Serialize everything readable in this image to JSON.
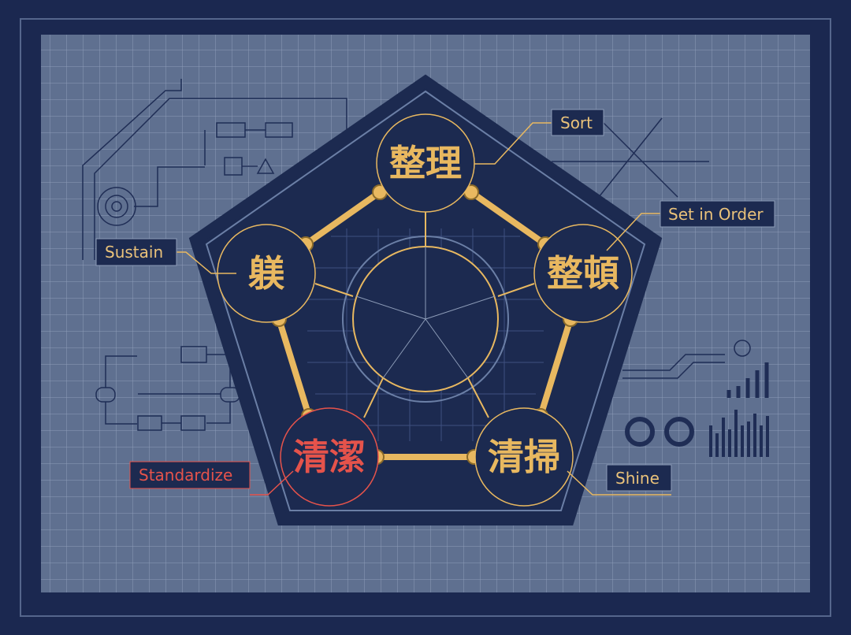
{
  "colors": {
    "frame": "#1b2850",
    "grid_bg": "#5f7090",
    "grid_line": "#8d9cb8",
    "pentagon": "#1c2a50",
    "gold": "#e8b860",
    "highlight": "#e5534b"
  },
  "nodes": [
    {
      "kanji": "整理",
      "label": "Sort",
      "highlighted": false
    },
    {
      "kanji": "整頓",
      "label": "Set in Order",
      "highlighted": false
    },
    {
      "kanji": "清掃",
      "label": "Shine",
      "highlighted": false
    },
    {
      "kanji": "清潔",
      "label": "Standardize",
      "highlighted": true
    },
    {
      "kanji": "躾",
      "label": "Sustain",
      "highlighted": false
    }
  ]
}
